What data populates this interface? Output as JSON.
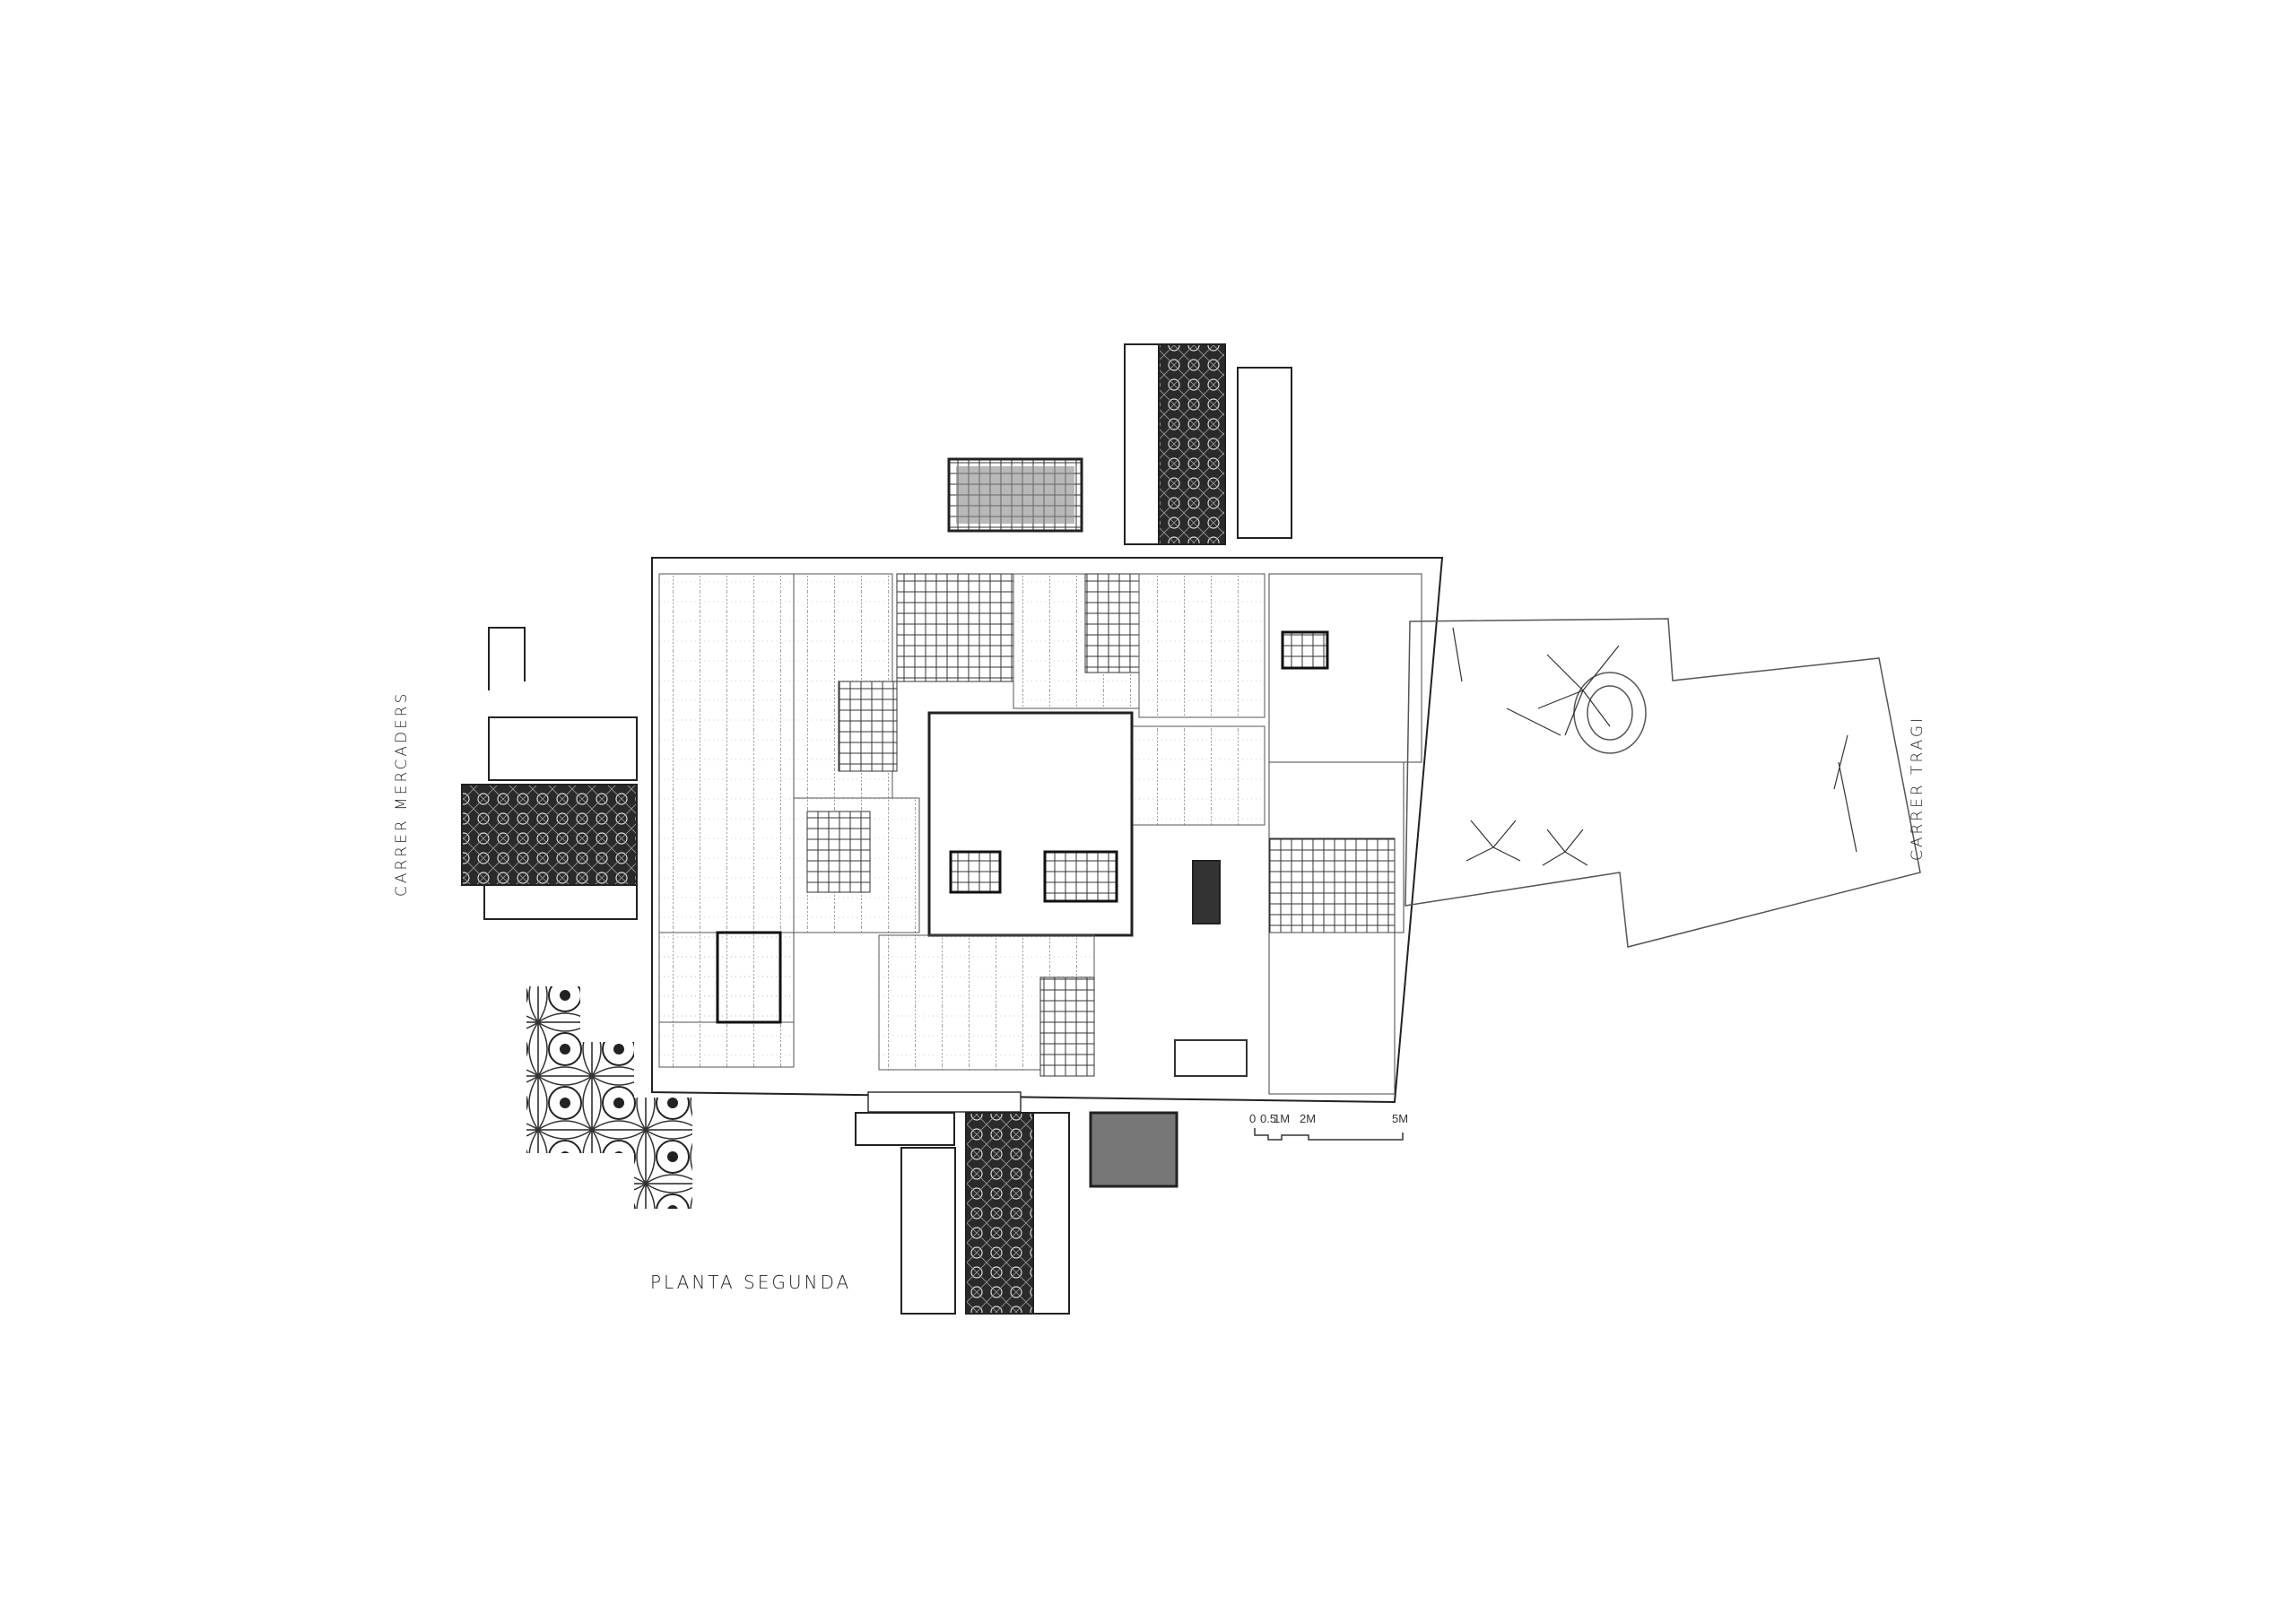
{
  "drawing": {
    "title": "PLANTA SEGUNDA",
    "street_left": "CARRER MERCADERS",
    "street_right": "CARRER TRAGI",
    "scale_bar": {
      "ticks": [
        "0",
        "0.5",
        "1M",
        "2M",
        "5M"
      ]
    }
  },
  "colors": {
    "line": "#222222",
    "fill_dark": "#333333",
    "fill_grey": "#888888"
  }
}
